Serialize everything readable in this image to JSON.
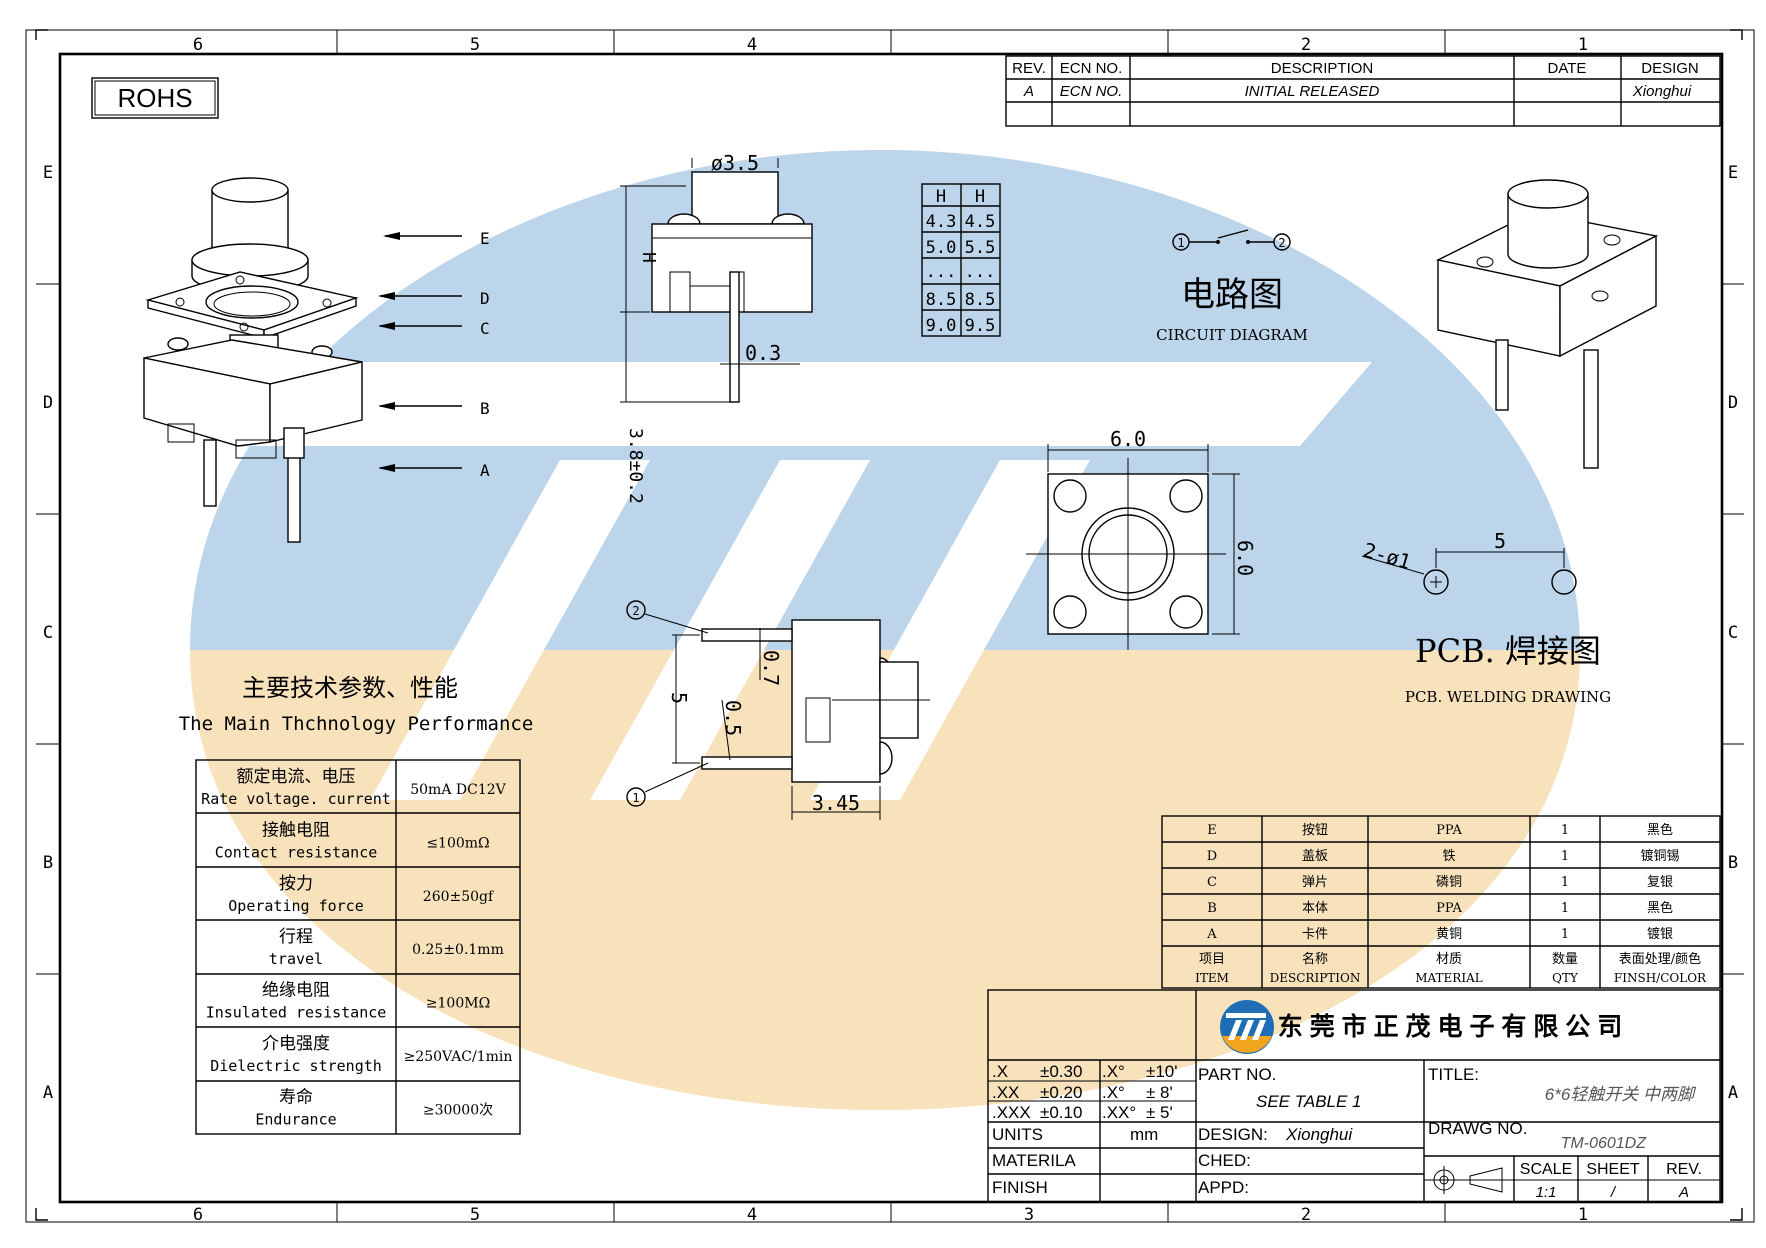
{
  "border": {
    "columns_top": [
      "6",
      "5",
      "4",
      "3",
      "2",
      "1"
    ],
    "rows": [
      "E",
      "D",
      "C",
      "B",
      "A"
    ]
  },
  "rohs": "ROHS",
  "revision_block": {
    "headers": [
      "REV.",
      "ECN NO.",
      "DESCRIPTION",
      "DATE",
      "DESIGN"
    ],
    "row": [
      "A",
      "ECN NO.",
      "INITIAL RELEASED",
      "",
      "Xionghui"
    ]
  },
  "dims": {
    "dia": "ø3.5",
    "h_label": "H",
    "pin_thick": "0.3",
    "pin_len": "3.8±0.2",
    "dim_07": "0.7",
    "dim_5": "5",
    "dim_05": "0.5",
    "dim_345": "3.45",
    "dim_60_top": "6.0",
    "dim_60_side": "6.0",
    "pcb_hole": "2-ø1",
    "pcb_pitch": "5",
    "pin1": "1",
    "pin2": "2"
  },
  "h_table": {
    "headers": [
      "H",
      "H"
    ],
    "rows": [
      [
        "4.3",
        "4.5"
      ],
      [
        "5.0",
        "5.5"
      ],
      [
        "...",
        "..."
      ],
      [
        "8.5",
        "8.5"
      ],
      [
        "9.0",
        "9.5"
      ]
    ]
  },
  "circuit": {
    "title_cn": "电路图",
    "title_en": "CIRCUIT DIAGRAM",
    "n1": "1",
    "n2": "2"
  },
  "pcb": {
    "title_cn": "PCB. 焊接图",
    "title_en": "PCB. WELDING DRAWING"
  },
  "exploded_labels": [
    "E",
    "D",
    "C",
    "B",
    "A"
  ],
  "specs": {
    "title_cn": "主要技术参数、性能",
    "title_en": "The Main Thchnology Performance",
    "rows": [
      {
        "cn": "额定电流、电压",
        "en": "Rate voltage. current",
        "value": "50mA DC12V"
      },
      {
        "cn": "接触电阻",
        "en": "Contact resistance",
        "value": "≤100mΩ"
      },
      {
        "cn": "按力",
        "en": "Operating force",
        "value": "260±50gf"
      },
      {
        "cn": "行程",
        "en": "travel",
        "value": "0.25±0.1mm"
      },
      {
        "cn": "绝缘电阻",
        "en": "Insulated resistance",
        "value": "≥100MΩ"
      },
      {
        "cn": "介电强度",
        "en": "Dielectric strength",
        "value": "≥250VAC/1min"
      },
      {
        "cn": "寿命",
        "en": "Endurance",
        "value": "≥30000次"
      }
    ]
  },
  "bom": {
    "rows": [
      [
        "E",
        "按钮",
        "PPA",
        "1",
        "黑色"
      ],
      [
        "D",
        "盖板",
        "铁",
        "1",
        "镀铜锡"
      ],
      [
        "C",
        "弹片",
        "磷铜",
        "1",
        "复银"
      ],
      [
        "B",
        "本体",
        "PPA",
        "1",
        "黑色"
      ],
      [
        "A",
        "卡件",
        "黄铜",
        "1",
        "镀银"
      ]
    ],
    "headers_cn": [
      "项目",
      "名称",
      "材质",
      "数量",
      "表面处理/颜色"
    ],
    "headers_en": [
      "ITEM",
      "DESCRIPTION",
      "MATERIAL",
      "QTY",
      "FINSH/COLOR"
    ]
  },
  "title_block": {
    "company": "东 莞 市 正 茂 电 子 有 限 公 司",
    "tol": [
      [
        ".X",
        ".XX",
        ".XXX"
      ],
      [
        "±0.30",
        "±0.20",
        "±0.10"
      ],
      [
        ".X°",
        ".X°",
        ".XX°"
      ],
      [
        "±10'",
        "± 8'",
        "± 5'"
      ]
    ],
    "units_label": "UNITS",
    "units_value": "mm",
    "materila_label": "MATERILA",
    "finish_label": "FINISH",
    "part_no_label": "PART NO.",
    "part_no_value": "SEE TABLE 1",
    "design_label": "DESIGN:",
    "design_value": "Xionghui",
    "ched_label": "CHED:",
    "appd_label": "APPD:",
    "title_label": "TITLE:",
    "title_value": "6*6轻触开关 中两脚",
    "drawg_label": "DRAWG NO.",
    "drawg_value": "TM-0601DZ",
    "scale_label": "SCALE",
    "scale_value": "1:1",
    "sheet_label": "SHEET",
    "sheet_value": "/",
    "rev_label": "REV.",
    "rev_value": "A"
  },
  "colors": {
    "watermark_blue": "#bcd5ea",
    "watermark_orange": "#f8e2bc"
  }
}
